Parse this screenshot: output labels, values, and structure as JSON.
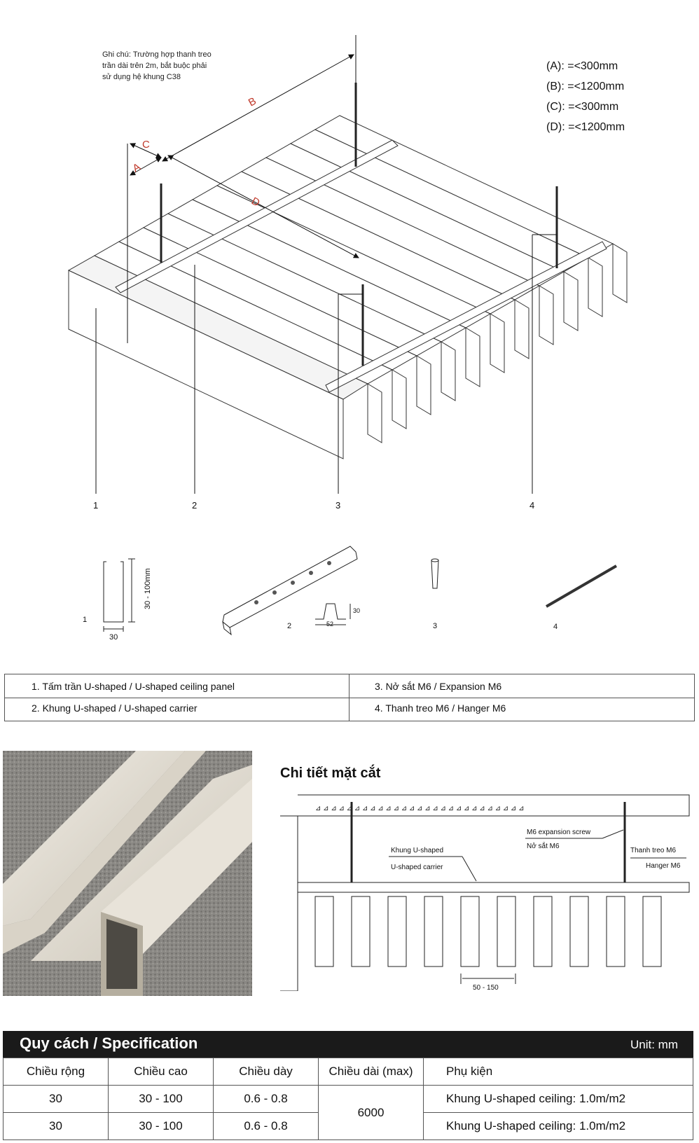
{
  "note": [
    "Ghi chú: Trường hợp thanh treo",
    "trần dài trên 2m, bắt buộc phải",
    "sử dụng hệ khung C38"
  ],
  "dims": [
    "(A): =<300mm",
    "(B): =<1200mm",
    "(C): =<300mm",
    "(D): =<1200mm"
  ],
  "dim_letters": {
    "a": "A",
    "b": "B",
    "c": "C",
    "d": "D"
  },
  "callouts": [
    "1",
    "2",
    "3",
    "4"
  ],
  "parts": {
    "p1_label": "1",
    "p1_height": "30 - 100mm",
    "p1_width": "30",
    "p2_label": "2",
    "p2_height": "30",
    "p2_width": "52",
    "p3_label": "3",
    "p4_label": "4"
  },
  "legend": {
    "item1": "1. Tấm trần U-shaped / U-shaped ceiling panel",
    "item2": "2. Khung U-shaped / U-shaped carrier",
    "item3": "3. Nở sắt M6 / Expansion M6",
    "item4": "4. Thanh treo M6 / Hanger M6"
  },
  "section": {
    "title": "Chi tiết mặt cắt",
    "screw_en": "M6 expansion screw",
    "screw_vi": "Nở sắt M6",
    "hanger_vi": "Thanh treo M6",
    "hanger_en": "Hanger M6",
    "carrier_vi": "Khung U-shaped",
    "carrier_en": "U-shaped carrier",
    "spacing": "50 - 150"
  },
  "spec": {
    "title": "Quy cách / Specification",
    "unit": "Unit: mm",
    "headers": [
      "Chiều rộng",
      "Chiều cao",
      "Chiều dày",
      "Chiều dài (max)",
      "Phụ kiện"
    ],
    "rows": [
      [
        "30",
        "30 - 100",
        "0.6 - 0.8",
        "Khung U-shaped ceiling: 1.0m/m2"
      ],
      [
        "30",
        "30 - 100",
        "0.6 - 0.8",
        "Khung U-shaped ceiling: 1.0m/m2"
      ]
    ],
    "length": "6000"
  },
  "colors": {
    "dim_red": "#c0392b",
    "spec_header_bg": "#1a1a1a"
  }
}
